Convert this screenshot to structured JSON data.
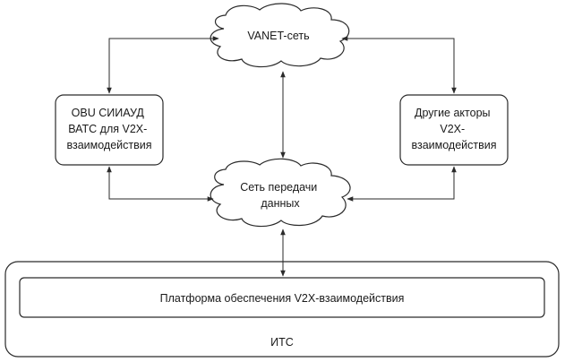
{
  "diagram": {
    "vanet_cloud": {
      "label": "VANET-сеть"
    },
    "data_cloud": {
      "lines": [
        "Сеть передачи",
        "данных"
      ]
    },
    "obu_box": {
      "lines": [
        "OBU СИИАУД",
        "ВАТС для V2X-",
        "взаимодействия"
      ]
    },
    "actors_box": {
      "lines": [
        "Другие акторы",
        "V2X-",
        "взаимодействия"
      ]
    },
    "platform_box": {
      "label": "Платформа обеспечения V2X-взаимодействия"
    },
    "its_box": {
      "label": "ИТС"
    }
  },
  "colors": {
    "stroke": "#2a2a2a",
    "fill": "#ffffff",
    "text": "#1a1a1a"
  }
}
